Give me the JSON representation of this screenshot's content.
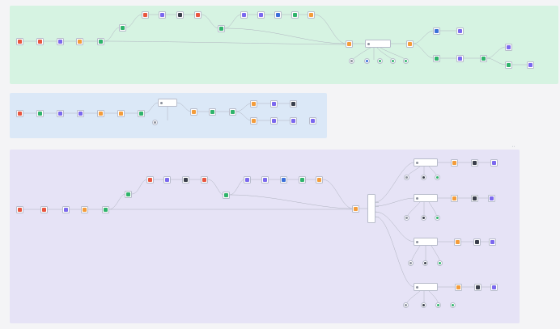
{
  "canvas": {
    "groups": [
      {
        "id": "g1",
        "title": "",
        "color": "#d6f3e2"
      },
      {
        "id": "g2",
        "title": "",
        "color": "#dbe8f7"
      },
      {
        "id": "g3",
        "title": "",
        "color": "#e6e3f6"
      }
    ],
    "node_colors": {
      "red": "#e8553f",
      "violet": "#7b68ee",
      "orange": "#f39c3b",
      "green": "#2fb36b",
      "teal": "#1fa39a",
      "blue": "#3b6fd9",
      "gray": "#8b909c",
      "dark": "#3a3f4b"
    }
  }
}
